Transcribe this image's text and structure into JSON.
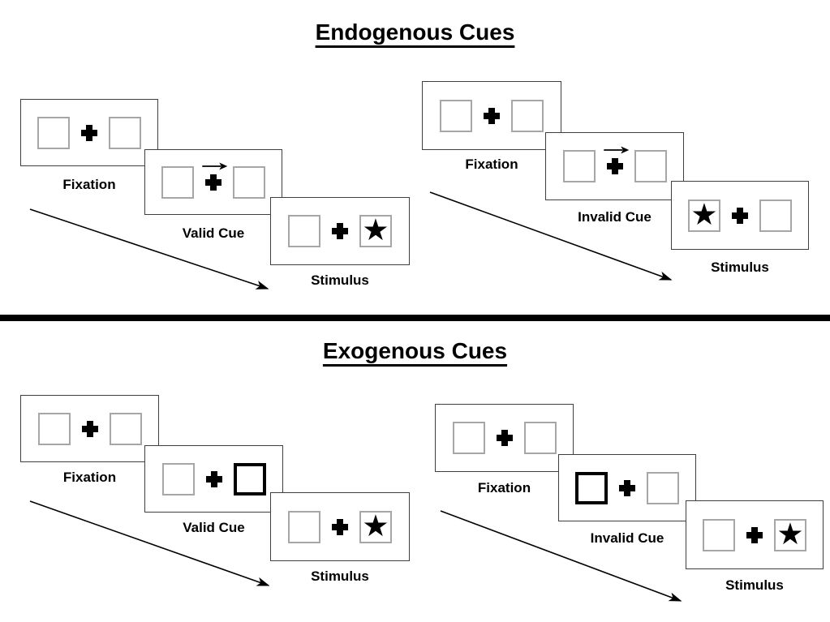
{
  "diagram": {
    "sections": {
      "endogenous": {
        "title": "Endogenous Cues",
        "valid": {
          "fixation": "Fixation",
          "cue": "Valid Cue",
          "stimulus": "Stimulus"
        },
        "invalid": {
          "fixation": "Fixation",
          "cue": "Invalid Cue",
          "stimulus": "Stimulus"
        }
      },
      "exogenous": {
        "title": "Exogenous Cues",
        "valid": {
          "fixation": "Fixation",
          "cue": "Valid Cue",
          "stimulus": "Stimulus"
        },
        "invalid": {
          "fixation": "Fixation",
          "cue": "Invalid Cue",
          "stimulus": "Stimulus"
        }
      }
    },
    "symbols": {
      "star": "★"
    },
    "colors": {
      "ink": "#000000",
      "panel_border": "#3f3f3f",
      "square_border": "#a6a6a6"
    }
  }
}
